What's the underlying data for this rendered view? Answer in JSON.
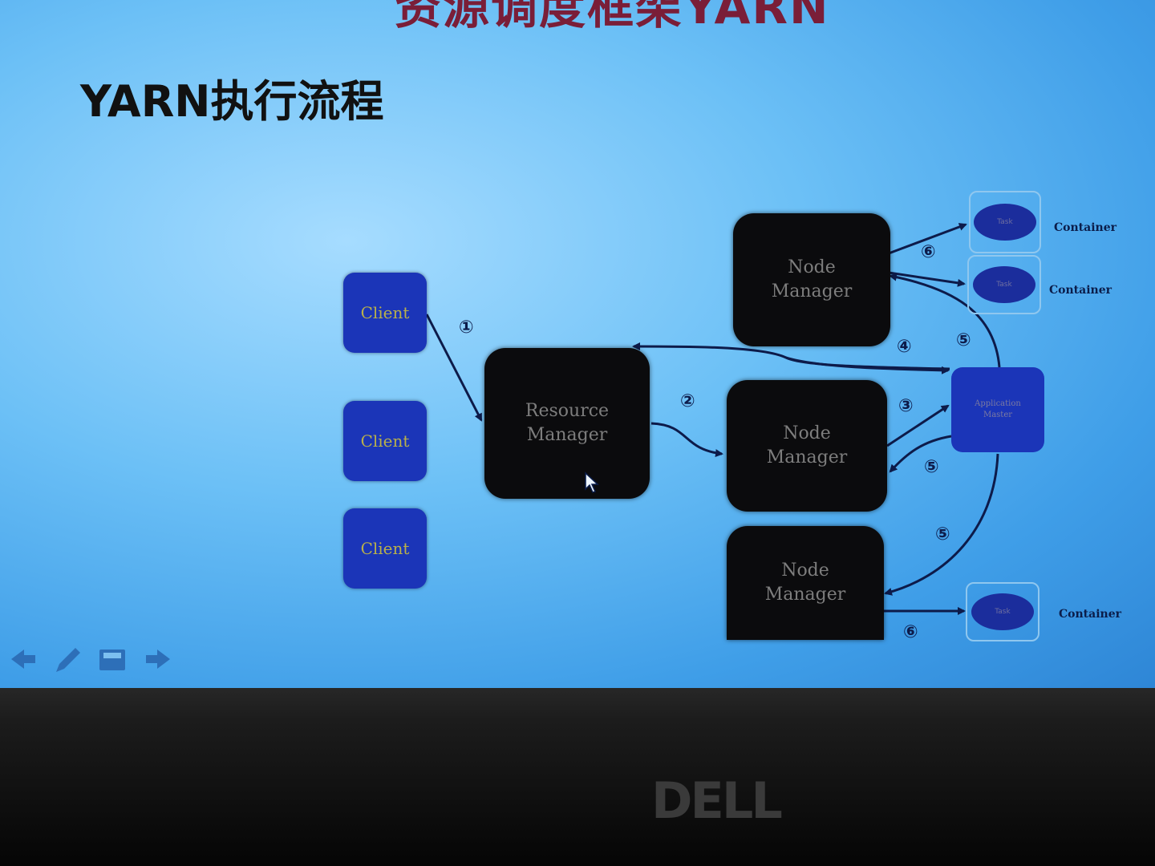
{
  "slide": {
    "main_title": "资源调度框架YARN",
    "section_title": "YARN执行流程"
  },
  "diagram": {
    "clients": [
      "Client",
      "Client",
      "Client"
    ],
    "resource_manager": [
      "Resource",
      "Manager"
    ],
    "node_managers": [
      {
        "line1": "Node",
        "line2": "Manager"
      },
      {
        "line1": "Node",
        "line2": "Manager"
      },
      {
        "line1": "Node",
        "line2": "Manager"
      }
    ],
    "app_master": [
      "Application",
      "Master"
    ],
    "containers": [
      {
        "task": "Task",
        "label": "Container"
      },
      {
        "task": "Task",
        "label": "Container"
      },
      {
        "task": "Task",
        "label": "Container"
      }
    ],
    "steps": {
      "s1": "①",
      "s2": "②",
      "s3": "③",
      "s4": "④",
      "s5a": "⑤",
      "s5b": "⑤",
      "s5c": "⑤",
      "s6a": "⑥",
      "s6b": "⑥"
    }
  },
  "toolbar": {
    "icons": [
      "arrow-left-icon",
      "pen-icon",
      "save-icon",
      "arrow-right-icon"
    ]
  },
  "monitor": {
    "brand": "DELL"
  },
  "colors": {
    "slide_bg": "#6cc0f6",
    "client_blue": "#1b35b8",
    "node_black": "#0b0b0d",
    "title_red": "#7a1e38"
  }
}
